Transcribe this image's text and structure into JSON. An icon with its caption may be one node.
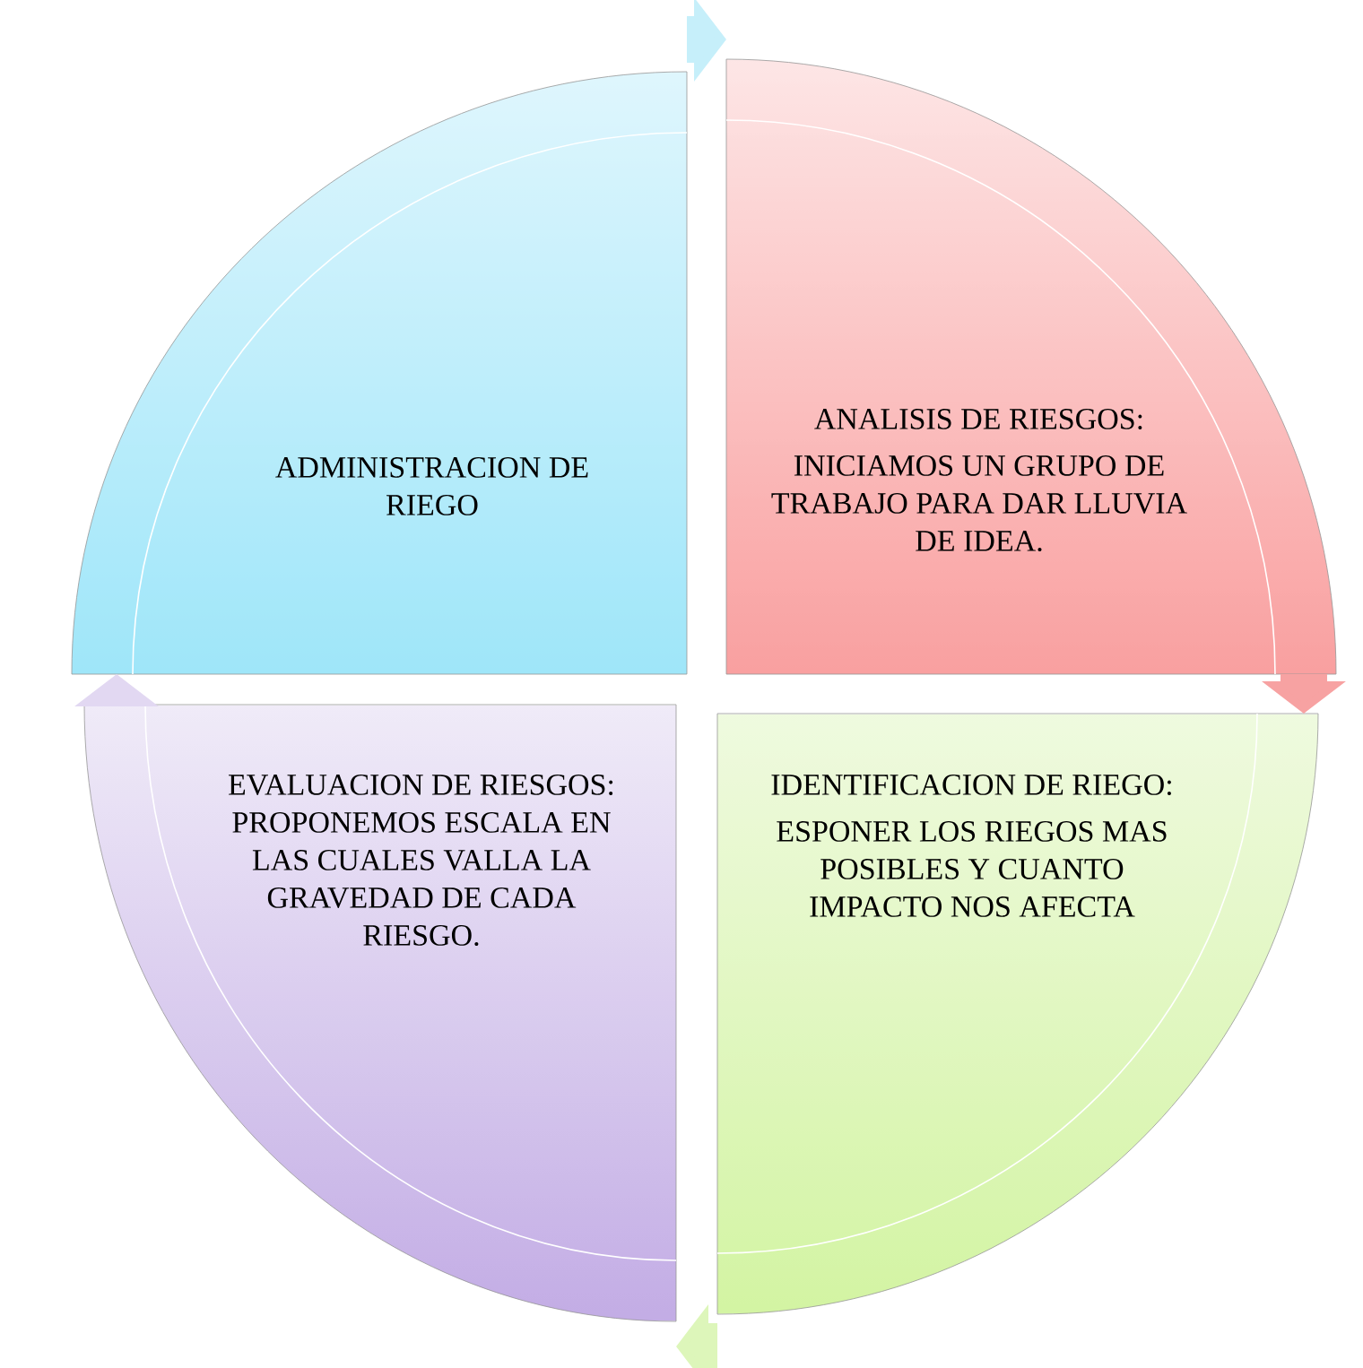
{
  "diagram": {
    "nodes": [
      {
        "text": [
          "ADMINISTRACION DE RIEGO"
        ]
      },
      {
        "text": [
          "ANALISIS DE RIESGOS:",
          "INICIAMOS UN GRUPO DE TRABAJO PARA DAR LLUVIA DE IDEA."
        ]
      },
      {
        "text": [
          "IDENTIFICACION DE RIEGO:",
          "ESPONER LOS RIEGOS MAS POSIBLES Y CUANTO IMPACTO NOS AFECTA"
        ]
      },
      {
        "text": [
          "EVALUACION DE RIESGOS: PROPONEMOS ESCALA EN LAS CUALES VALLA LA GRAVEDAD DE CADA RIESGO."
        ]
      }
    ],
    "edges": [
      {
        "from": 0,
        "to": 1,
        "arrow": "to"
      },
      {
        "from": 1,
        "to": 2,
        "arrow": "to"
      },
      {
        "from": 2,
        "to": 3,
        "arrow": "to"
      },
      {
        "from": 3,
        "to": 0,
        "arrow": "to"
      }
    ]
  }
}
